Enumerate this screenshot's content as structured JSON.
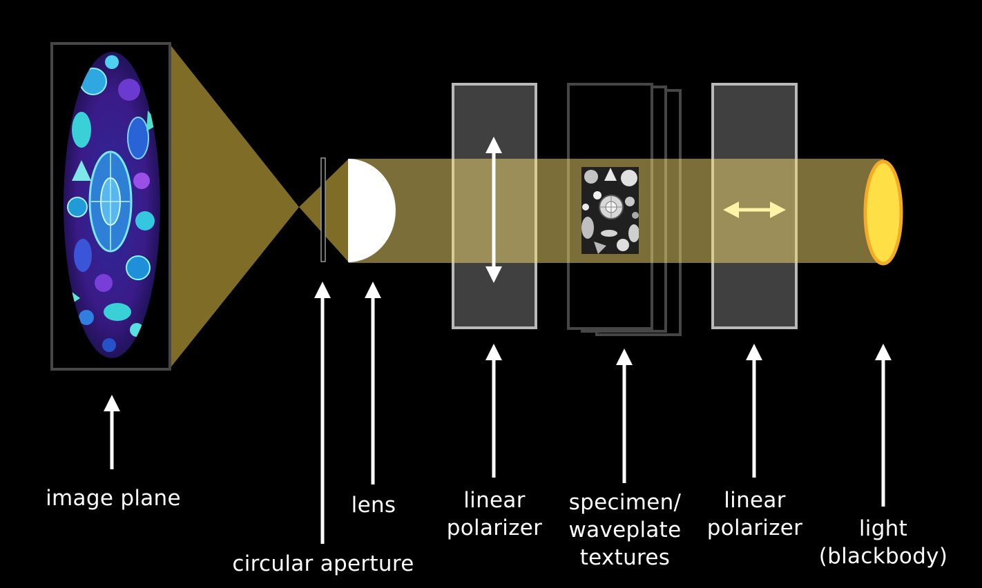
{
  "colors": {
    "background": "#000000",
    "light_cone": "#7f6c27",
    "light_beam": "#f6dc70",
    "filter_panel": "#404040",
    "filter_border": "#b9b9b9",
    "frame_dark": "#464646",
    "source_fill": "#fedf45",
    "source_rim": "#f4ac27",
    "polarization_arrow": "#fff3a8",
    "label_text": "#ffffff"
  },
  "components": {
    "image_plane": {
      "label": "image plane",
      "icon": "diatom-mosaic-icon"
    },
    "aperture": {
      "label": "circular aperture"
    },
    "lens": {
      "label": "lens"
    },
    "polarizer_1": {
      "label_line1": "linear",
      "label_line2": "polarizer",
      "axis": "vertical"
    },
    "specimen": {
      "label_line1": "specimen/",
      "label_line2": "waveplate",
      "label_line3": "textures",
      "icon": "diatom-texture-icon"
    },
    "polarizer_2": {
      "label_line1": "linear",
      "label_line2": "polarizer",
      "axis": "horizontal"
    },
    "light": {
      "label_line1": "light",
      "label_line2": "(blackbody)"
    }
  }
}
